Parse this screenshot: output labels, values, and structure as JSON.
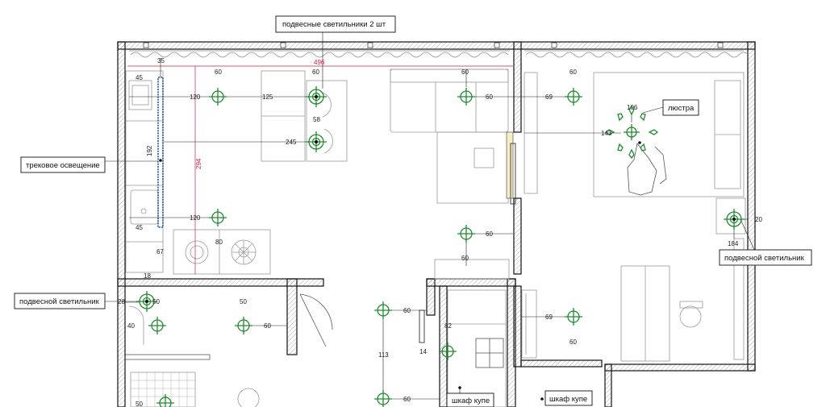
{
  "callouts": {
    "pendant_2": "подвесные светильники 2 шт",
    "track": "трековое освещение",
    "chandelier": "люстра",
    "pendant_right": "подвесной светильник",
    "pendant_left": "подвесной светильник",
    "wardrobe_1": "шкаф купе",
    "wardrobe_2": "шкаф купе"
  },
  "dimensions": {
    "d35": "35",
    "d45a": "45",
    "d120a": "120",
    "d60a": "60",
    "d125": "125",
    "d60b": "60",
    "d58": "58",
    "d245": "245",
    "d192": "192",
    "d120b": "120",
    "d45b": "45",
    "d67": "67",
    "d80": "80",
    "d18": "18",
    "d496": "496",
    "d294": "294",
    "d60c": "60",
    "d60d": "60",
    "d69a": "69",
    "d60e": "60",
    "d106": "106",
    "d143": "143",
    "d60f": "60",
    "d60g": "60",
    "d20": "20",
    "d184": "184",
    "d28": "28",
    "d50a": "50",
    "d40": "40",
    "d50b": "50",
    "d60h": "60",
    "d60i": "60",
    "d82": "82",
    "d113": "113",
    "d14": "14",
    "d60j": "60",
    "d69b": "69",
    "d60k": "60",
    "d50c": "50"
  },
  "colors": {
    "fixture": "#1f8a2e",
    "track_light": "#1f4fb0",
    "dimension_red": "#d0204a",
    "wall": "#111111"
  },
  "icons": [
    "light-fixture-icon",
    "track-light-icon",
    "chandelier-icon",
    "stove-icon",
    "sink-icon"
  ]
}
